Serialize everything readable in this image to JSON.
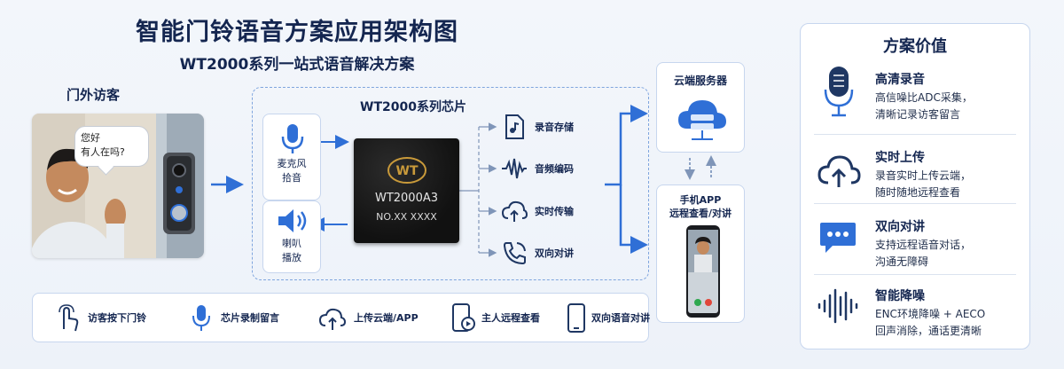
{
  "header": {
    "title": "智能门铃语音方案应用架构图",
    "subtitle": "WT2000系列一站式语音解决方案"
  },
  "visitor": {
    "label": "门外访客",
    "speech": [
      "您好",
      "有人在吗?"
    ]
  },
  "chip_section": {
    "title": "WT2000系列芯片",
    "mic_label": [
      "麦克风",
      "拾音"
    ],
    "speaker_label": [
      "喇叭",
      "播放"
    ],
    "chip_logo": "WT",
    "chip_model": "WT2000A3",
    "chip_number": "NO.XX XXXX",
    "functions": [
      {
        "label": "录音存储",
        "icon": "recording-file-icon"
      },
      {
        "label": "音频编码",
        "icon": "waveform-icon"
      },
      {
        "label": "实时传输",
        "icon": "cloud-upload-icon"
      },
      {
        "label": "双向对讲",
        "icon": "phone-icon"
      }
    ]
  },
  "endpoints": {
    "cloud_label": "云端服务器",
    "phone_label": [
      "手机APP",
      "远程查看/对讲"
    ]
  },
  "flow": [
    {
      "label": "访客按下门铃",
      "icon": "finger-press-icon"
    },
    {
      "label": "芯片录制留言",
      "icon": "microphone-icon"
    },
    {
      "label": "上传云端/APP",
      "icon": "cloud-upload-icon"
    },
    {
      "label": "主人远程查看",
      "icon": "phone-video-icon"
    },
    {
      "label": "双向语音对讲",
      "icon": "smartphone-icon"
    }
  ],
  "value_panel": {
    "title": "方案价值",
    "items": [
      {
        "title": "高清录音",
        "desc": [
          "高信噪比ADC采集，",
          "清晰记录访客留言"
        ],
        "icon": "microphone-icon"
      },
      {
        "title": "实时上传",
        "desc": [
          "录音实时上传云端，",
          "随时随地远程查看"
        ],
        "icon": "cloud-upload-icon"
      },
      {
        "title": "双向对讲",
        "desc": [
          "支持远程语音对话，",
          "沟通无障碍"
        ],
        "icon": "chat-bubble-icon"
      },
      {
        "title": "智能降噪",
        "desc": [
          "ENC环境降噪 + AECO",
          "回声消除，通话更清晰"
        ],
        "icon": "waveform-icon"
      }
    ]
  },
  "colors": {
    "accent": "#2f6fd6",
    "navy": "#142650",
    "chip": "#111111",
    "gold": "#c99a3a"
  }
}
